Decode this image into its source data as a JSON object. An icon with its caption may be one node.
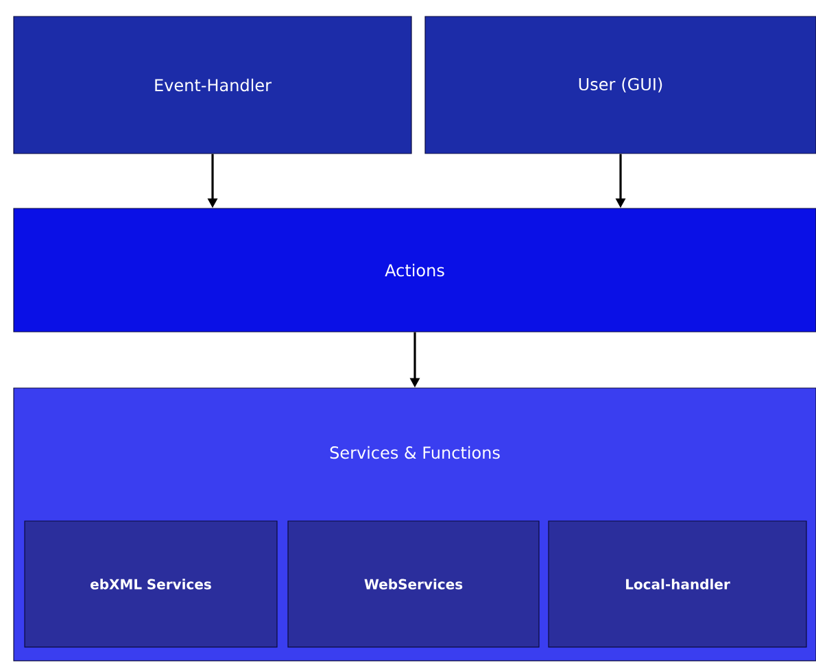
{
  "diagram": {
    "nodes": [
      {
        "text": [
          "Event-Handler"
        ]
      },
      {
        "text": [
          "User (GUI)"
        ]
      },
      {
        "text": [
          "Actions"
        ]
      },
      {
        "text": [
          "Services & Functions"
        ]
      },
      {
        "text": [
          "ebXML Services"
        ],
        "in": 3
      },
      {
        "text": [
          "WebServices"
        ],
        "in": 3
      },
      {
        "text": [
          "Local-handler"
        ],
        "in": 3
      }
    ],
    "edges": [
      {
        "from": 0,
        "to": 2,
        "arrow": "to"
      },
      {
        "from": 1,
        "to": 2,
        "arrow": "to"
      },
      {
        "from": 2,
        "to": 3,
        "arrow": "to"
      }
    ]
  }
}
